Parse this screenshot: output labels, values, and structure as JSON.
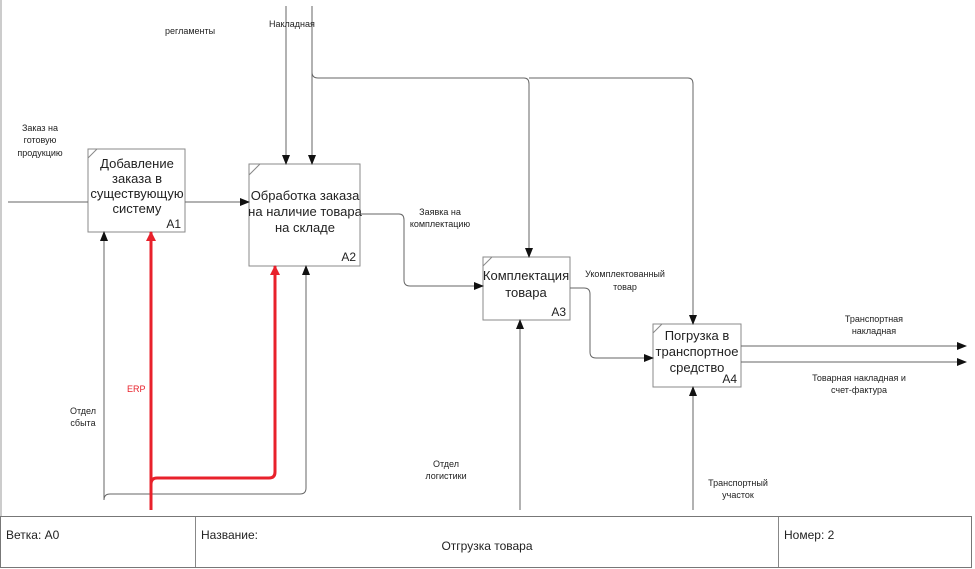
{
  "diagram": {
    "type": "IDEF0",
    "boxes": [
      {
        "id": "A1",
        "lines": [
          "Добавление",
          "заказа в",
          "существующую",
          "систему"
        ],
        "number": "A1"
      },
      {
        "id": "A2",
        "lines": [
          "Обработка заказа",
          "на наличие товара",
          "на складе"
        ],
        "number": "A2"
      },
      {
        "id": "A3",
        "lines": [
          "Комплектация",
          "товара"
        ],
        "number": "A3"
      },
      {
        "id": "A4",
        "lines": [
          "Погрузка в",
          "транспортное",
          "средство"
        ],
        "number": "A4"
      }
    ],
    "arrow_labels": {
      "reglamenty": "регламенты",
      "nakladnaya": "Накладная",
      "zakaz": [
        "Заказ на",
        "готовую",
        "продукцию"
      ],
      "zayavka": [
        "Заявка на",
        "комплектацию"
      ],
      "ukomplekt": [
        "Укомплектованный",
        "товар"
      ],
      "transp_nakl": [
        "Транспортная",
        "накладная"
      ],
      "tovar_nakl": [
        "Товарная накладная и",
        "счет-фактура"
      ],
      "erp": "ERP",
      "otdel_sbyta": [
        "Отдел",
        "сбыта"
      ],
      "otdel_logistiki": [
        "Отдел",
        "логистики"
      ],
      "transp_uchastok": [
        "Транспортный",
        "участок"
      ]
    },
    "colors": {
      "erp": "#e8212b",
      "line": "#666666"
    }
  },
  "footer": {
    "branch_label": "Ветка: A0",
    "name_label": "Название:",
    "name_value": "Отгрузка товара",
    "number_label": "Номер: 2"
  }
}
